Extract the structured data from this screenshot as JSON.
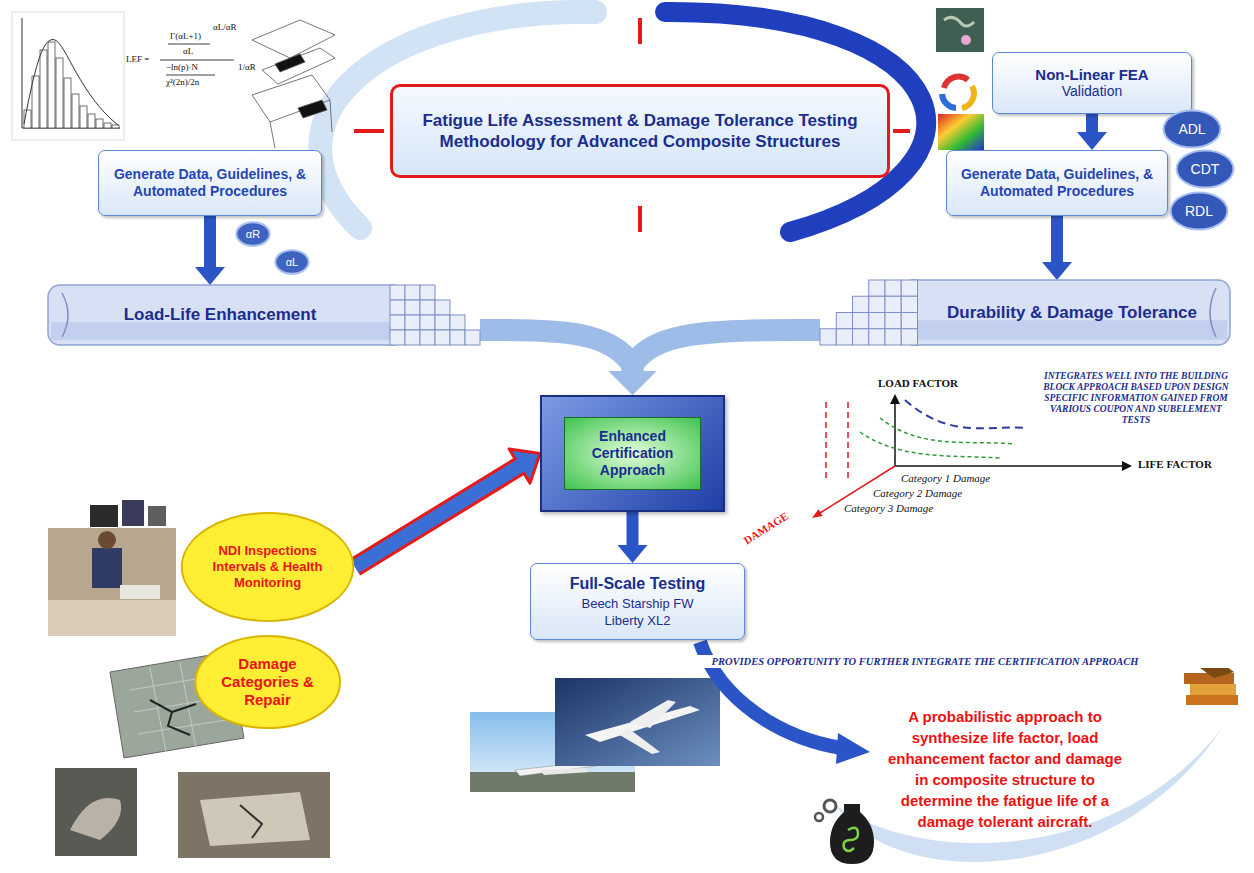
{
  "diagram": {
    "nodes": [
      {
        "text": [
          "Fatigue Life Assessment & Damage Tolerance Testing Methodology for Advanced Composite Structures"
        ]
      },
      {
        "text": [
          "Generate Data, Guidelines, & Automated Procedures"
        ]
      },
      {
        "text": [
          "Non-Linear FEA",
          "Validation"
        ]
      },
      {
        "text": [
          "Generate Data, Guidelines, & Automated Procedures"
        ]
      },
      {
        "text": [
          "ADL"
        ]
      },
      {
        "text": [
          "CDT"
        ]
      },
      {
        "text": [
          "RDL"
        ]
      },
      {
        "text": [
          "αR"
        ]
      },
      {
        "text": [
          "αL"
        ]
      },
      {
        "text": [
          "Load-Life Enhancement"
        ]
      },
      {
        "text": [
          "Durability & Damage Tolerance"
        ]
      },
      {
        "text": [
          "Enhanced Certification Approach"
        ]
      },
      {
        "text": [
          "NDI Inspections Intervals & Health Monitoring"
        ]
      },
      {
        "text": [
          "Damage Categories & Repair"
        ]
      },
      {
        "text": [
          "Full-Scale Testing",
          "Beech Starship FW Liberty XL2"
        ]
      }
    ],
    "edges": [
      {
        "from": 1,
        "to": 9,
        "arrow": "to"
      },
      {
        "from": 2,
        "to": 3,
        "arrow": "to"
      },
      {
        "from": 3,
        "to": 10,
        "arrow": "to"
      },
      {
        "from": 9,
        "to": 11,
        "arrow": "to"
      },
      {
        "from": 10,
        "to": 11,
        "arrow": "to"
      },
      {
        "from": 12,
        "to": 11,
        "arrow": "to"
      },
      {
        "from": 11,
        "to": 14,
        "arrow": "to"
      }
    ],
    "labels": [
      "LEF =",
      "Γ(αL+1)",
      "αL",
      "αL/αR",
      "−ln(p)·N",
      "χ²(2n)/2n",
      "1/αR",
      "LOAD FACTOR",
      "LIFE FACTOR",
      "DAMAGE",
      "Category 1 Damage",
      "Category 2 Damage",
      "Category 3 Damage",
      "INTEGRATES WELL INTO THE BUILDING BLOCK APPROACH BASED UPON DESIGN SPECIFIC INFORMATION GAINED FROM VARIOUS COUPON AND SUBELEMENT TESTS",
      "PROVIDES OPPORTUNITY TO FURTHER INTEGRATE THE CERTIFICATION APPROACH",
      "A probabilistic approach to synthesize life factor, load enhancement factor and damage in composite structure to determine the fatigue life of a damage tolerant aircraft."
    ]
  }
}
